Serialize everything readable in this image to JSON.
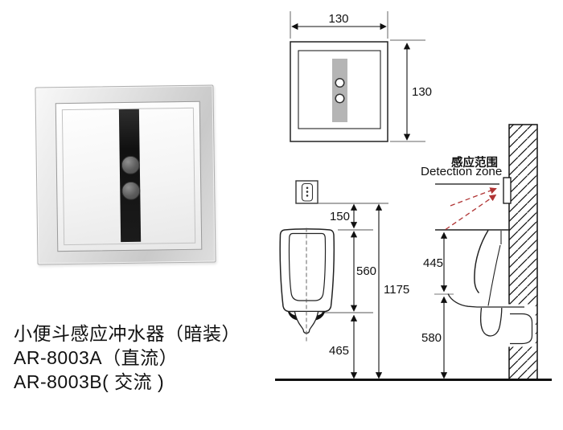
{
  "caption": {
    "title": "小便斗感应冲水器（暗装）",
    "model_a": "AR-8003A（直流）",
    "model_b": "AR-8003B( 交流 )"
  },
  "panel_drawing": {
    "width_mm": "130",
    "height_mm": "130"
  },
  "installation": {
    "detection_zone_cn": "感应范围",
    "detection_zone_en": "Detection zone",
    "panel_to_rim_mm": "150",
    "urinal_height_mm": "560",
    "bottom_to_floor_mm": "465",
    "panel_height_mm": "1175",
    "rim_to_outlet_mm": "445",
    "outlet_to_floor_mm": "580"
  },
  "colors": {
    "line": "#111111",
    "dim_line": "#555555",
    "detection_ray": "#b03434",
    "drawing_strip_gray": "#b5b5b5",
    "sensor_strip": "#1b1b1b"
  }
}
